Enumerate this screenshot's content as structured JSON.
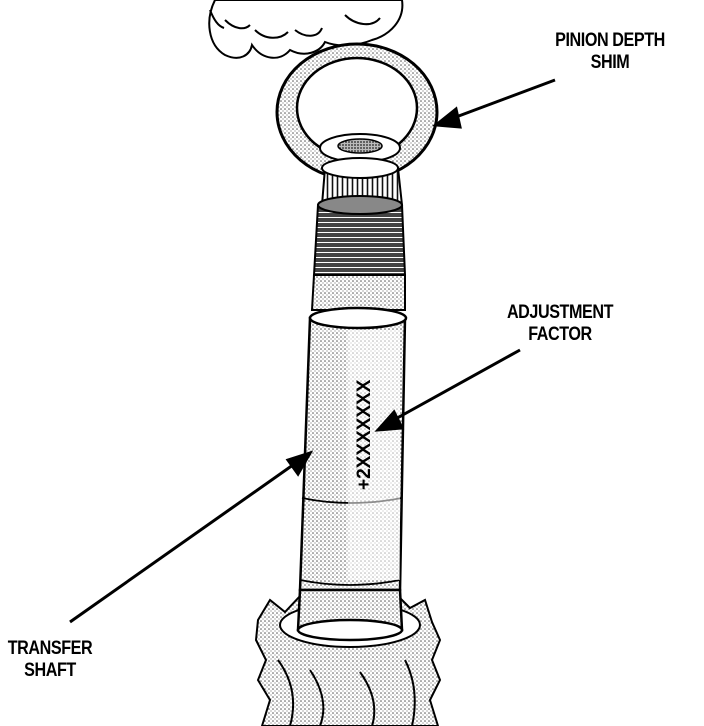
{
  "labels": {
    "pinion_depth_shim_line1": "PINION DEPTH",
    "pinion_depth_shim_line2": "SHIM",
    "adjustment_factor_line1": "ADJUSTMENT",
    "adjustment_factor_line2": "FACTOR",
    "transfer_shaft_line1": "TRANSFER",
    "transfer_shaft_line2": "SHAFT"
  },
  "shaft_marking": "+2XXXXXXX"
}
